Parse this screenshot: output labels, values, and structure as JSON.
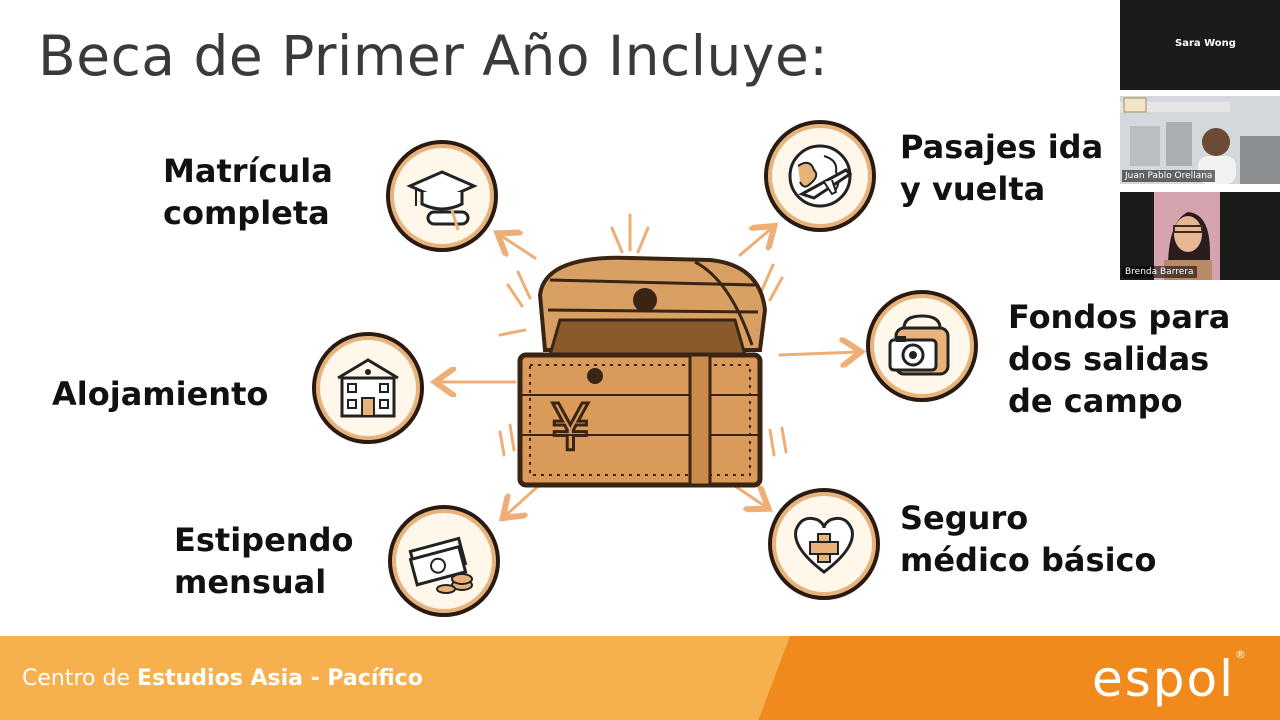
{
  "slide": {
    "title": "Beca de Primer Año Incluye:",
    "items": [
      {
        "line1": "Matrícula",
        "line2": "completa",
        "icon": "graduation-cap-diploma-icon"
      },
      {
        "line1": "Alojamiento",
        "line2": "",
        "icon": "building-icon"
      },
      {
        "line1": "Estipendo",
        "line2": "mensual",
        "icon": "money-coins-icon"
      },
      {
        "line1": "Pasajes ida",
        "line2": "y vuelta",
        "icon": "globe-airplane-icon"
      },
      {
        "line1": "Fondos para",
        "line2": "dos salidas",
        "line3": "de campo",
        "icon": "camera-backpack-icon"
      },
      {
        "line1": "Seguro",
        "line2": "médico básico",
        "icon": "heart-medical-cross-icon"
      }
    ],
    "chest_icon": "treasure-chest-yen-icon"
  },
  "footer": {
    "prefix": "Centro de ",
    "bold": "Estudios Asia - Pacífico",
    "logo": "espol",
    "logo_mark": "®"
  },
  "participants": [
    {
      "name": "Sara Wong"
    },
    {
      "name": "Juan Pablo Orellana"
    },
    {
      "name": "Brenda Barrera"
    }
  ],
  "colors": {
    "footer_orange": "#f08a1c",
    "footer_light": "#f6b04e",
    "accent_arrow": "#efae75",
    "wood": "#d99a5a"
  }
}
